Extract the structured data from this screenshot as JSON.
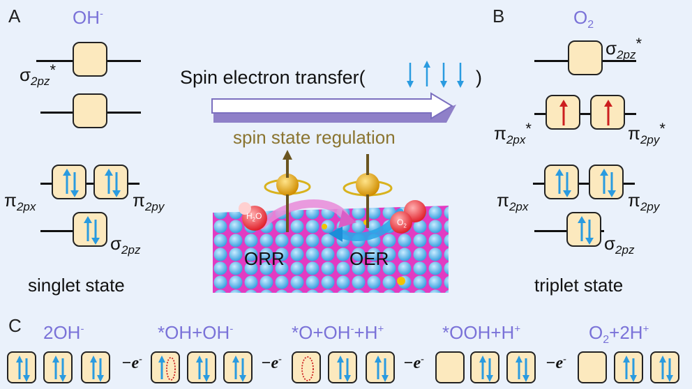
{
  "panels": {
    "a": {
      "label": "A",
      "species": {
        "base": "OH",
        "sup": "-"
      },
      "sigma_star": {
        "sym": "σ",
        "sub": "2pz",
        "star": "*"
      },
      "pi_left": {
        "sym": "π",
        "sub": "2px"
      },
      "pi_right": {
        "sym": "π",
        "sub": "2py"
      },
      "sigma": {
        "sym": "σ",
        "sub": "2pz"
      },
      "caption": "singlet state"
    },
    "b": {
      "label": "B",
      "species": {
        "base": "O",
        "sub": "2"
      },
      "sigma_star": {
        "sym": "σ",
        "sub": "2pz",
        "star": "*"
      },
      "pi_star_left": {
        "sym": "π",
        "sub": "2px",
        "star": "*"
      },
      "pi_star_right": {
        "sym": "π",
        "sub": "2py",
        "star": "*"
      },
      "pi_left": {
        "sym": "π",
        "sub": "2px"
      },
      "pi_right": {
        "sym": "π",
        "sub": "2py"
      },
      "sigma": {
        "sym": "σ",
        "sub": "2pz"
      },
      "caption": "triplet state"
    },
    "c": {
      "label": "C",
      "steps": [
        {
          "base": "2OH",
          "sup": "-"
        },
        {
          "base": "*OH+OH",
          "sup": "-"
        },
        {
          "base": "*O+OH",
          "sup": "-",
          "tail": "+H",
          "tail_sup": "+"
        },
        {
          "base": "*OOH+H",
          "sup": "+"
        },
        {
          "base": "O",
          "sub": "2",
          "tail": "+2H",
          "tail_sup": "+"
        }
      ],
      "electron_step": {
        "text": "−e",
        "sup": "-"
      }
    }
  },
  "center": {
    "title": "Spin electron transfer(",
    "title_close": ")",
    "regulation": "spin state regulation",
    "orr": "ORR",
    "oer": "OER",
    "h2o": {
      "base": "H",
      "sub": "2",
      "tail": "O"
    },
    "o2": {
      "base": "O",
      "sub": "2"
    }
  },
  "colors": {
    "species": "#7a72d8",
    "box_fill": "#fce9be",
    "arrow_blue": "#2a9be0",
    "arrow_red": "#cc1f1f",
    "regulation_text": "#8a7430"
  }
}
